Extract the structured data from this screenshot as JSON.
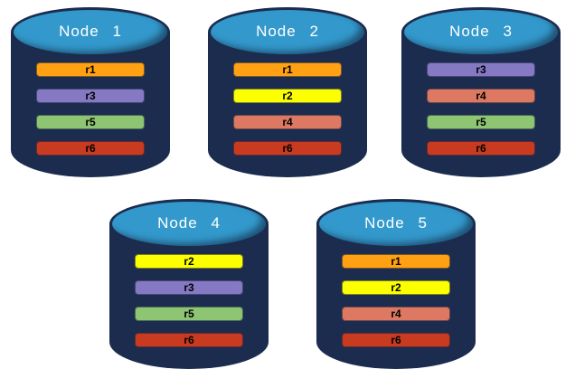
{
  "diagram": {
    "background": "#FFFFFF",
    "cylinder_body_color": "#1B2C4F",
    "cylinder_top_color": "#3399CC",
    "title_text_color": "#FFFFFF",
    "bar_text_color": "#000000"
  },
  "replica_colors": {
    "r1": "#FFA113",
    "r2": "#FCFF00",
    "r3": "#8579C4",
    "r4": "#DD7963",
    "r5": "#8DC573",
    "r6": "#C93B21"
  },
  "nodes": [
    {
      "label": "Node 1",
      "replicas": [
        "r1",
        "r3",
        "r5",
        "r6"
      ]
    },
    {
      "label": "Node 2",
      "replicas": [
        "r1",
        "r2",
        "r4",
        "r6"
      ]
    },
    {
      "label": "Node 3",
      "replicas": [
        "r3",
        "r4",
        "r5",
        "r6"
      ]
    },
    {
      "label": "Node 4",
      "replicas": [
        "r2",
        "r3",
        "r5",
        "r6"
      ]
    },
    {
      "label": "Node 5",
      "replicas": [
        "r1",
        "r2",
        "r4",
        "r6"
      ]
    }
  ]
}
